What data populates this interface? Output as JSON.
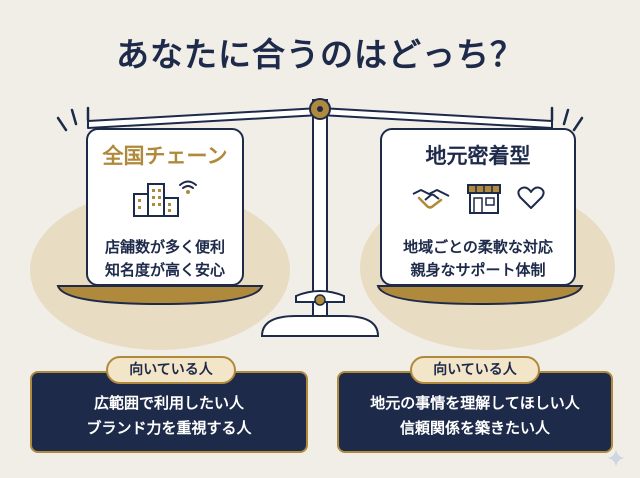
{
  "title": "あなたに合うのはどっち？",
  "colors": {
    "navy": "#1e2a4a",
    "gold": "#b08a3c",
    "background": "#f1eee8",
    "highlight": "#e8dcc3"
  },
  "left": {
    "heading": "全国チェーン",
    "icons": [
      "office-buildings-icon",
      "wifi-icon"
    ],
    "features": [
      "店舗数が多く便利",
      "知名度が高く安心"
    ],
    "suited_label": "向いている人",
    "suited_lines": [
      "広範囲で利用したい人",
      "ブランド力を重視する人"
    ]
  },
  "right": {
    "heading": "地元密着型",
    "icons": [
      "handshake-icon",
      "storefront-icon",
      "heart-icon"
    ],
    "features": [
      "地域ごとの柔軟な対応",
      "親身なサポート体制"
    ],
    "suited_label": "向いている人",
    "suited_lines": [
      "地元の事情を理解してほしい人",
      "信頼関係を築きたい人"
    ]
  }
}
